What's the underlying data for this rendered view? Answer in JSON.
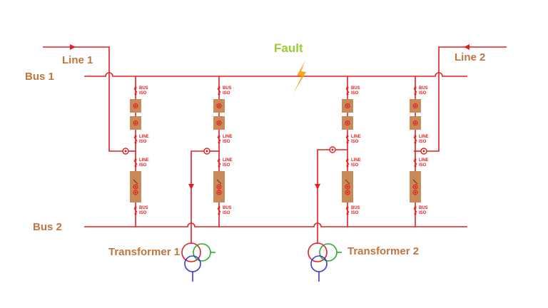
{
  "labels": {
    "bus1": "Bus 1",
    "bus2": "Bus 2",
    "line1": "Line 1",
    "line2": "Line 2",
    "fault": "Fault",
    "transformer1": "Transformer 1",
    "transformer2": "Transformer 2"
  },
  "isolator_labels": {
    "bus_top": "BUS",
    "bus_bottom": "ISO",
    "line_top": "LINE",
    "line_bottom": "ISO"
  },
  "colors": {
    "conductor": "#e02020",
    "breaker": "#c98a5a",
    "label": "#c0743e",
    "fault": "#9acd32",
    "winding_primary": "#e02020",
    "winding_secondary": "#2eaa2e",
    "winding_tertiary": "#3a3ad0"
  }
}
